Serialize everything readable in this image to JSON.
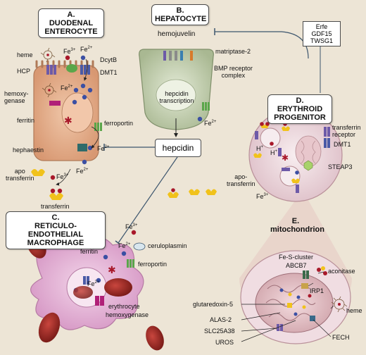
{
  "panels": {
    "a_title_line1": "A.",
    "a_title_line2": "DUODENAL",
    "a_title_line3": "ENTEROCYTE",
    "b_title_line1": "B.",
    "b_title_line2": "HEPATOCYTE",
    "c_title_line1": "C.",
    "c_title_line2": "RETICULO-ENDOTHELIAL",
    "c_title_line3": "MACROPHAGE",
    "d_title_line1": "D.",
    "d_title_line2": "ERYTHROID",
    "d_title_line3": "PROGENITOR",
    "e_title_line1": "E.",
    "e_title_line2": "mitochondrion"
  },
  "hepcidin": "hepcidin",
  "erfe": [
    "Erfe",
    "GDF15",
    "TWSG1"
  ],
  "labels": {
    "heme": "heme",
    "hcp": "HCP",
    "fe3": "Fe",
    "fe3_sup": "3+",
    "fe2": "Fe",
    "fe2_sup": "2+",
    "dcytb": "DcytB",
    "dmt1": "DMT1",
    "hemoxygenase_a_1": "hemoxy-",
    "hemoxygenase_a_2": "genase",
    "ferritin": "ferritin",
    "hephaestin": "hephaestin",
    "ferroportin": "ferroportin",
    "apo_transferrin_1": "apo",
    "apo_transferrin_2": "transferrin",
    "transferrin": "transferrin",
    "hemojuvelin": "hemojuvelin",
    "matriptase": "matriptase-2",
    "bmp_1": "BMP receptor",
    "bmp_2": "complex",
    "hepcidin_tx_1": "hepcidin",
    "hepcidin_tx_2": "transcription",
    "transferrin_receptor_1": "transferrin",
    "transferrin_receptor_2": "receptor",
    "h_plus": "H",
    "h_plus_sup": "+",
    "apo_transferrin_d_1": "apo-",
    "apo_transferrin_d_2": "transferrin",
    "steap3": "STEAP3",
    "ceruloplasmin": "ceruloplasmin",
    "erythrocyte": "erythrocyte",
    "hemoxygenase_c": "hemoxygenase",
    "fe_s_cluster": "Fe-S-cluster",
    "abcb7": "ABCB7",
    "aconitase": "aconitase",
    "irp1": "IRP1",
    "glutaredoxin": "glutaredoxin-5",
    "alas2": "ALAS-2",
    "slc25a38": "SLC25A38",
    "uros": "UROS",
    "fech": "FECH"
  },
  "colors": {
    "background": "#ede5d6",
    "enterocyte": "#e6b08f",
    "hepatocyte": "#c9d4b4",
    "macrophage": "#e7b6d8",
    "erythroid": "#eddbe0",
    "mitochondrion": "#e6c6cb",
    "fe3_red": "#a8182a",
    "fe2_blue": "#3b4fa3",
    "yellow": "#f1c21b",
    "purple": "#6d5aa8",
    "green": "#5aa64a"
  }
}
